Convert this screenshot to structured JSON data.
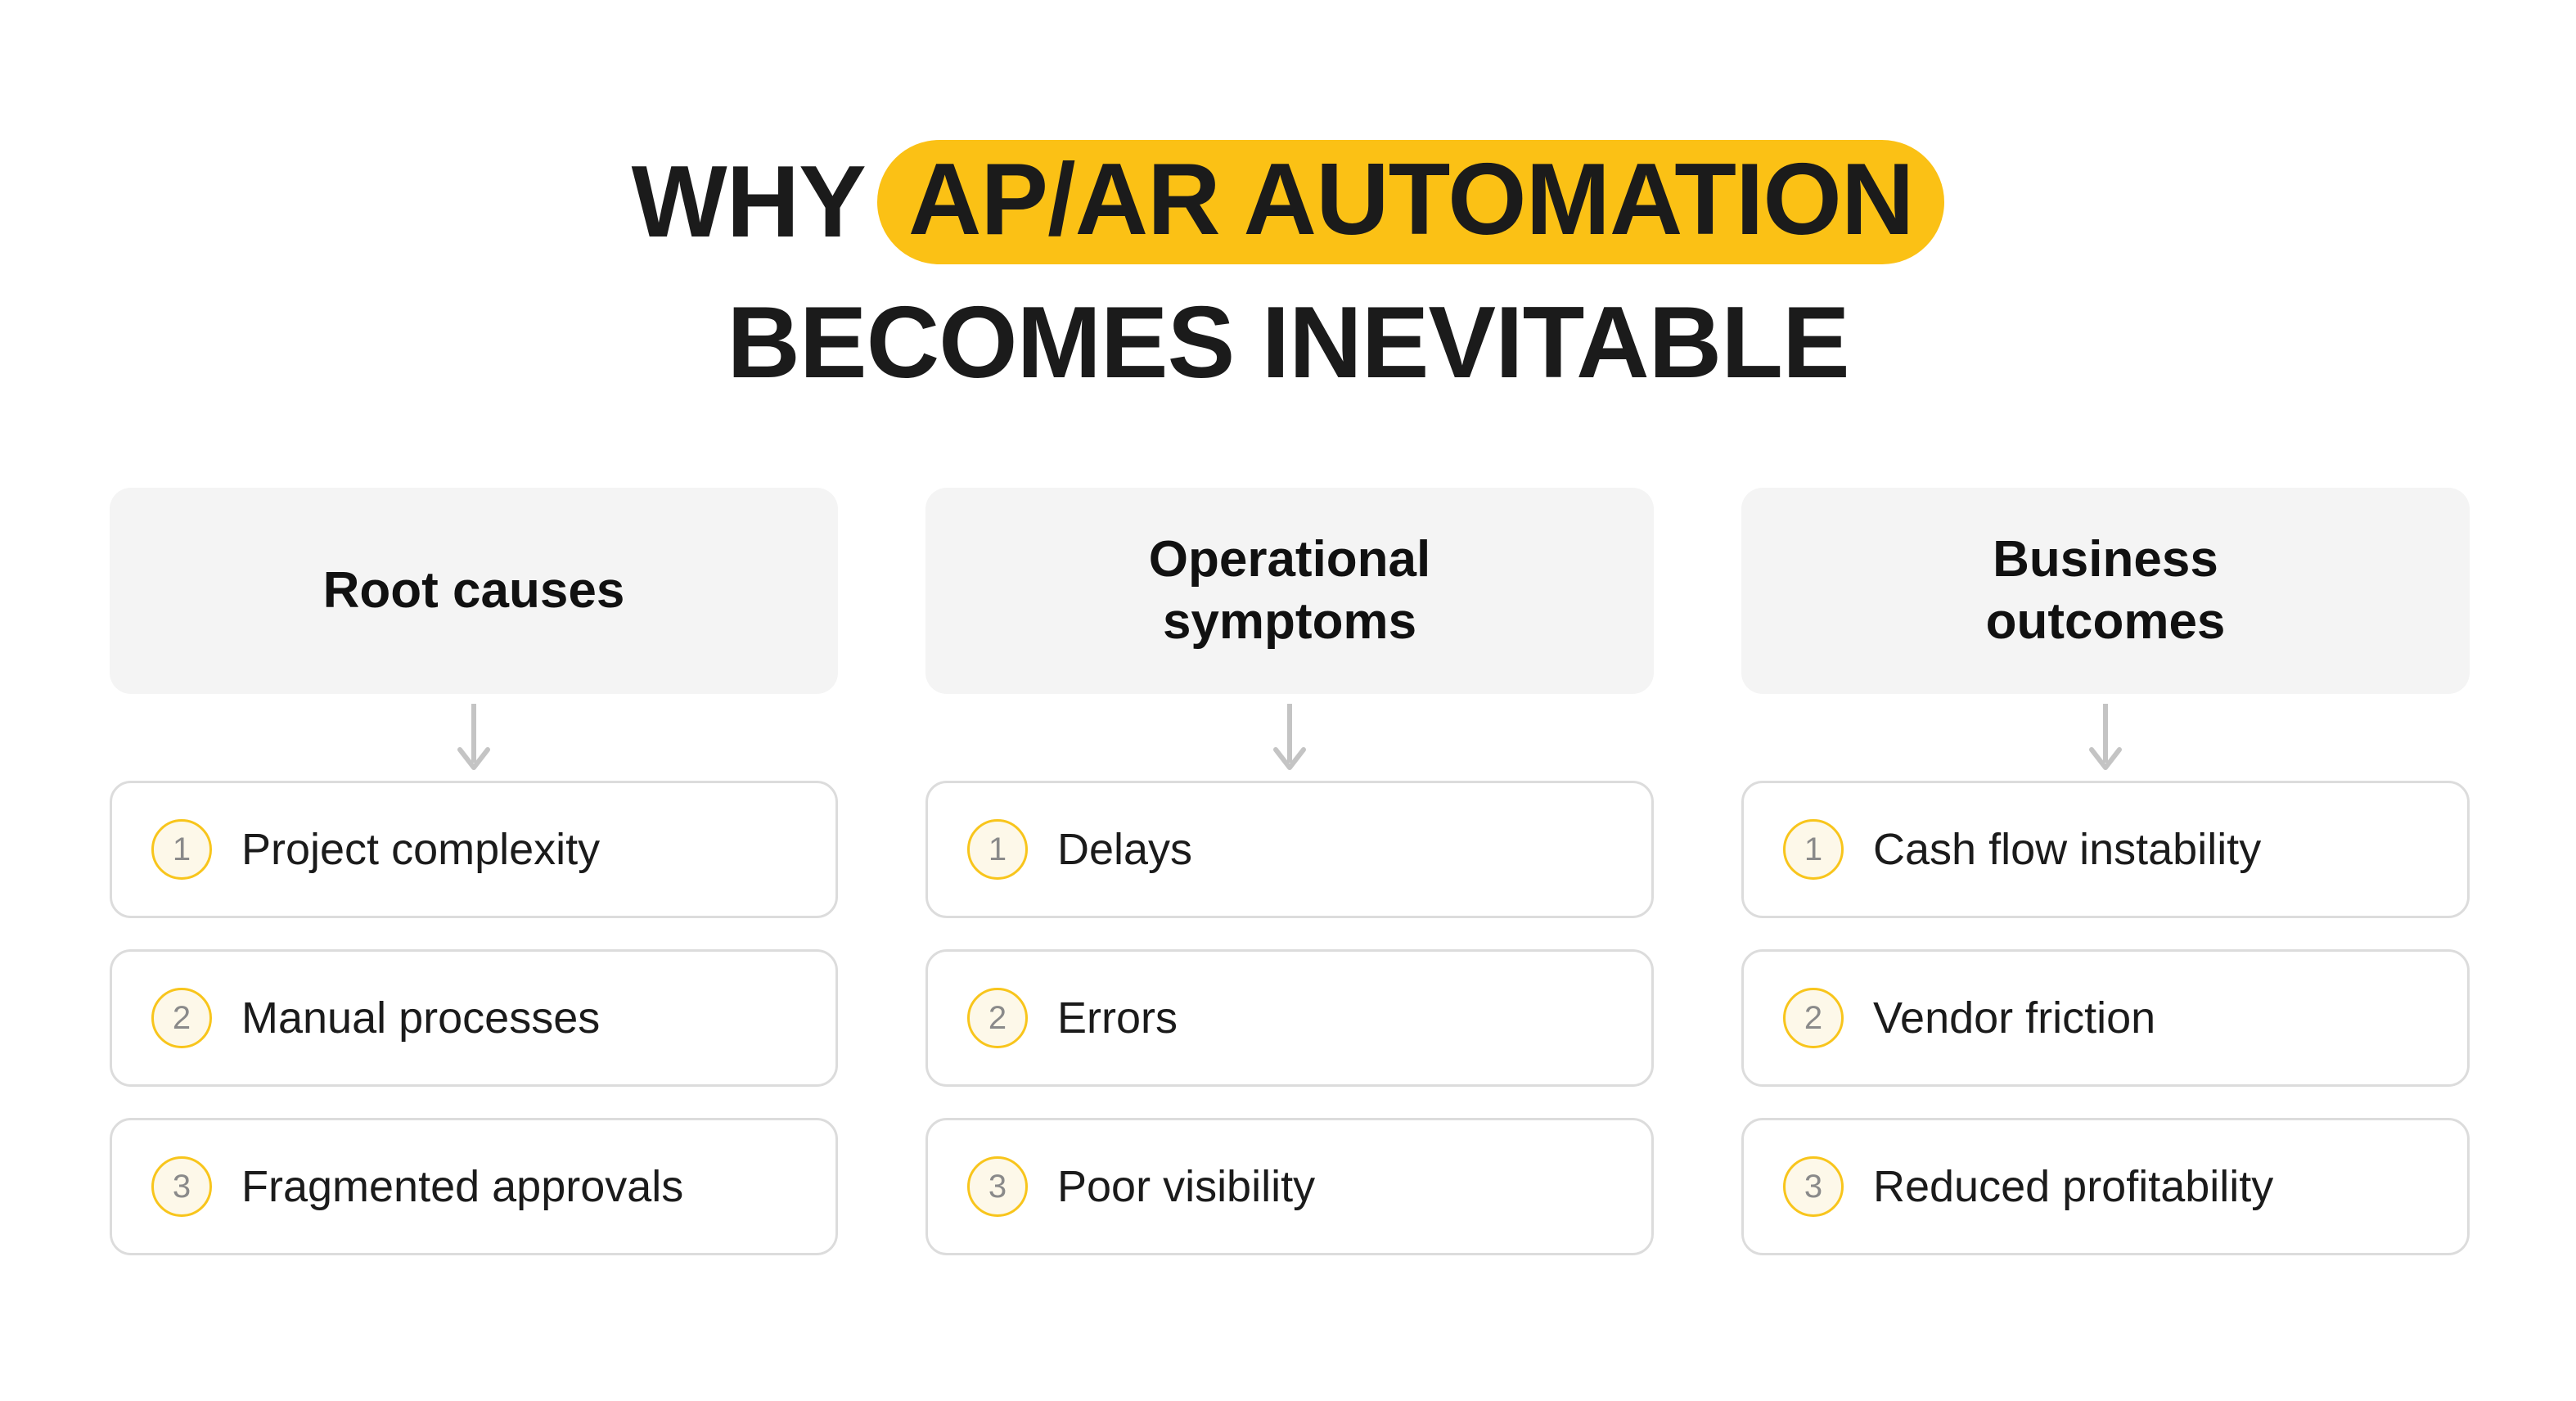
{
  "title": {
    "line1_prefix": "WHY",
    "line1_highlight": "AP/AR AUTOMATION",
    "line2": "BECOMES INEVITABLE"
  },
  "colors": {
    "highlight_pill": "#fbc115",
    "title_text": "#1b1b1b",
    "header_card_bg": "#f4f4f4",
    "item_card_border": "#dcdcdc",
    "badge_border": "#f8c51c",
    "badge_fill": "#fdf8e9",
    "badge_number": "#8a8a8a",
    "arrow": "#c4c4c4",
    "page_bg": "#ffffff"
  },
  "columns": [
    {
      "header": "Root causes",
      "arrow_icon": "arrow-down-icon",
      "items": [
        {
          "number": "1",
          "label": "Project complexity"
        },
        {
          "number": "2",
          "label": "Manual processes"
        },
        {
          "number": "3",
          "label": "Fragmented approvals"
        }
      ]
    },
    {
      "header": "Operational symptoms",
      "arrow_icon": "arrow-down-icon",
      "items": [
        {
          "number": "1",
          "label": "Delays"
        },
        {
          "number": "2",
          "label": "Errors"
        },
        {
          "number": "3",
          "label": "Poor visibility"
        }
      ]
    },
    {
      "header": "Business outcomes",
      "arrow_icon": "arrow-down-icon",
      "items": [
        {
          "number": "1",
          "label": "Cash flow instability"
        },
        {
          "number": "2",
          "label": "Vendor friction"
        },
        {
          "number": "3",
          "label": "Reduced profitability"
        }
      ]
    }
  ]
}
